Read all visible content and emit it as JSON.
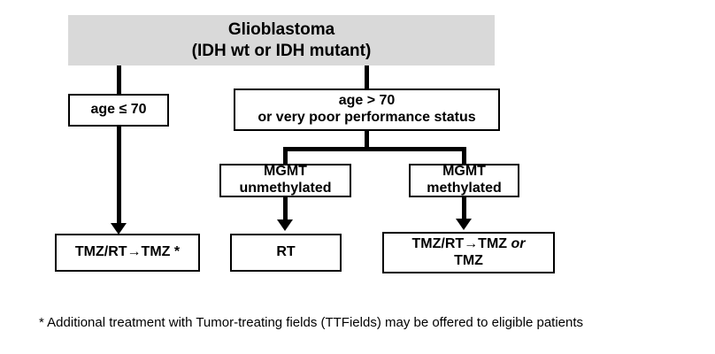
{
  "diagram": {
    "title": "Glioblastoma treatment algorithm",
    "colors": {
      "header_fill": "#d9d9d9",
      "box_fill": "#ffffff",
      "stroke": "#000000",
      "text": "#000000"
    },
    "header": {
      "line1": "Glioblastoma",
      "line2": "(IDH wt or IDH mutant)"
    },
    "nodes": {
      "age_le_70": {
        "line1": "age ≤ 70"
      },
      "age_gt_70": {
        "line1": "age > 70",
        "line2": "or very poor performance status"
      },
      "mgmt_unmethylated": {
        "line1": "MGMT",
        "line2": "unmethylated"
      },
      "mgmt_methylated": {
        "line1": "MGMT",
        "line2": "methylated"
      },
      "tx_left": {
        "line1": "TMZ/RT→TMZ *"
      },
      "tx_rt": {
        "line1": "RT"
      },
      "tx_right": {
        "line1_a": "TMZ/RT→TMZ ",
        "line1_b": "or",
        "line2": "TMZ"
      }
    },
    "footnote": "* Additional treatment with Tumor-treating fields (TTFields) may be offered to eligible patients"
  }
}
